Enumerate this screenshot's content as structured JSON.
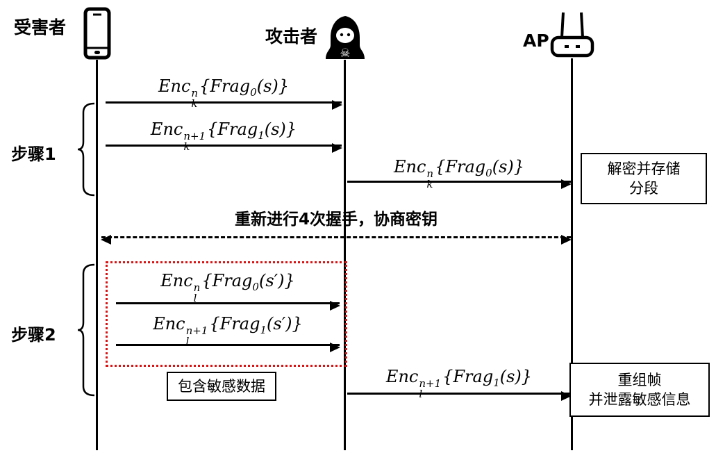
{
  "actors": {
    "victim": {
      "label": "受害者"
    },
    "attacker": {
      "label": "攻击者"
    },
    "ap": {
      "label": "AP"
    }
  },
  "steps": {
    "step1": "步骤1",
    "step2": "步骤2"
  },
  "messages": {
    "m1": {
      "enc": "Enc",
      "sup": "n",
      "sub": "k",
      "body": "{Frag",
      "bsub": "0",
      "tail": "(s)}"
    },
    "m2": {
      "enc": "Enc",
      "sup": "n+1",
      "sub": "k",
      "body": "{Frag",
      "bsub": "1",
      "tail": "(s)}"
    },
    "m3": {
      "enc": "Enc",
      "sup": "n",
      "sub": "k",
      "body": "{Frag",
      "bsub": "0",
      "tail": "(s)}"
    },
    "m4": {
      "enc": "Enc",
      "sup": "n",
      "sub": "l",
      "body": "{Frag",
      "bsub": "0",
      "tail": "(s′)}"
    },
    "m5": {
      "enc": "Enc",
      "sup": "n+1",
      "sub": "l",
      "body": "{Frag",
      "bsub": "1",
      "tail": "(s′)}"
    },
    "m6": {
      "enc": "Enc",
      "sup": "n+1",
      "sub": "l",
      "body": "{Frag",
      "bsub": "1",
      "tail": "(s)}"
    }
  },
  "handshake": {
    "label": "重新进行4次握手，协商密钥"
  },
  "notes": {
    "sensitive": "包含敏感数据",
    "decrypt_line1": "解密并存储",
    "decrypt_line2": "分段",
    "reassemble_line1": "重组帧",
    "reassemble_line2": "并泄露敏感信息"
  },
  "colors": {
    "line": "#000000",
    "attack_highlight": "#d81414"
  }
}
